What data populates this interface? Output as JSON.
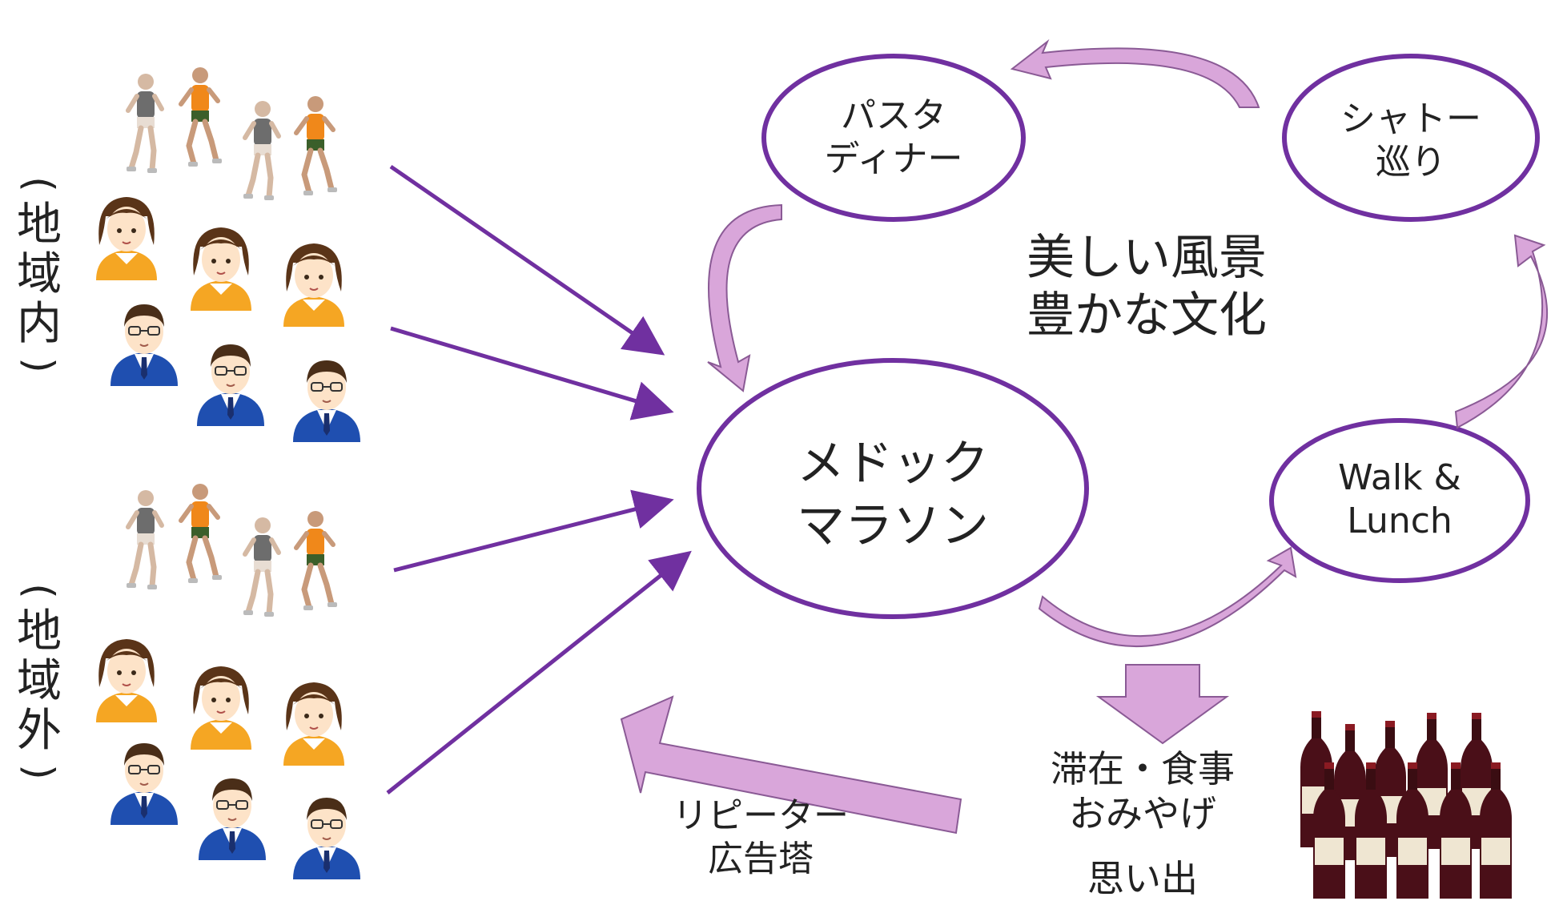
{
  "left_groups": [
    {
      "label_chars": [
        "地",
        "域",
        "内"
      ]
    },
    {
      "label_chars": [
        "地",
        "域",
        "外"
      ]
    }
  ],
  "nodes": {
    "center": {
      "lines": [
        "メドック",
        "マラソン"
      ]
    },
    "pasta": {
      "lines": [
        "パスタ",
        "ディナー"
      ]
    },
    "chateau": {
      "lines": [
        "シャトー",
        "巡り"
      ]
    },
    "walk": {
      "lines": [
        "Walk &",
        "Lunch"
      ]
    }
  },
  "scenery": {
    "lines": [
      "美しい風景",
      "豊かな文化"
    ]
  },
  "stay": {
    "lines": [
      "滞在・食事",
      "おみやげ"
    ]
  },
  "memory": {
    "text": "思い出"
  },
  "repeater": {
    "lines": [
      "リピーター",
      "広告塔"
    ]
  },
  "colors": {
    "accent": "#7030a0",
    "arrow_fill": "#d9a6da",
    "arrow_stroke": "#8a5a95",
    "shirt_orange": "#f0881a",
    "suit_blue": "#1f4fb0",
    "girl_orange": "#f5a623",
    "hair_brown": "#5a3418"
  },
  "icons": [
    "runner-icon",
    "girl-avatar-icon",
    "businessman-avatar-icon",
    "wine-bottle-icon"
  ]
}
